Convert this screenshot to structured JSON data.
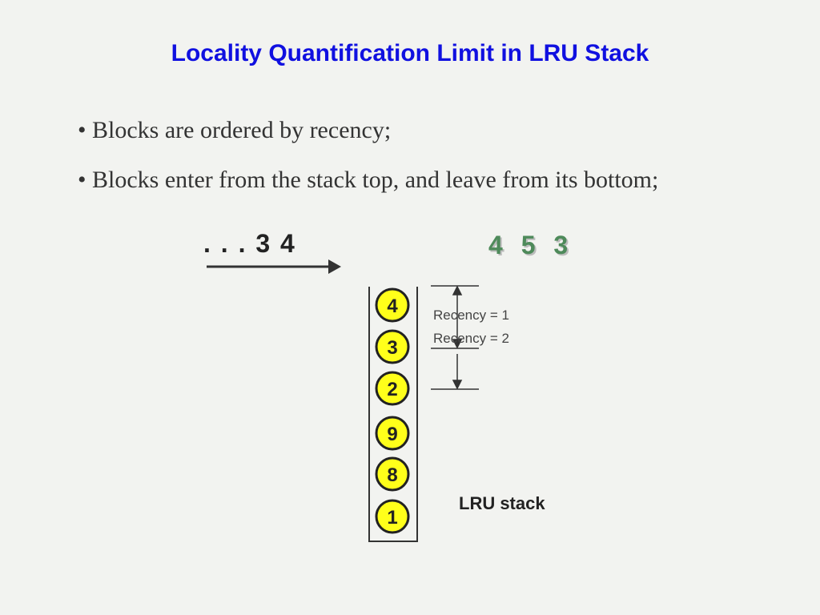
{
  "slide": {
    "title": "Locality Quantification Limit in LRU Stack",
    "bullets": [
      "• Blocks are ordered by recency;",
      "• Blocks enter from the stack top, and leave from its bottom;"
    ]
  },
  "diagram": {
    "access_sequence": ". . . 3 4",
    "incoming_sequence": "4 5 3",
    "stack_blocks": [
      "4",
      "3",
      "2",
      "9",
      "8",
      "1"
    ],
    "recency_labels": [
      "Recency = 1",
      "Recency = 2"
    ],
    "stack_label": "LRU stack",
    "block_fill": "#ffff1a",
    "incoming_color": "#4e8a5a",
    "title_color": "#1010e0"
  }
}
